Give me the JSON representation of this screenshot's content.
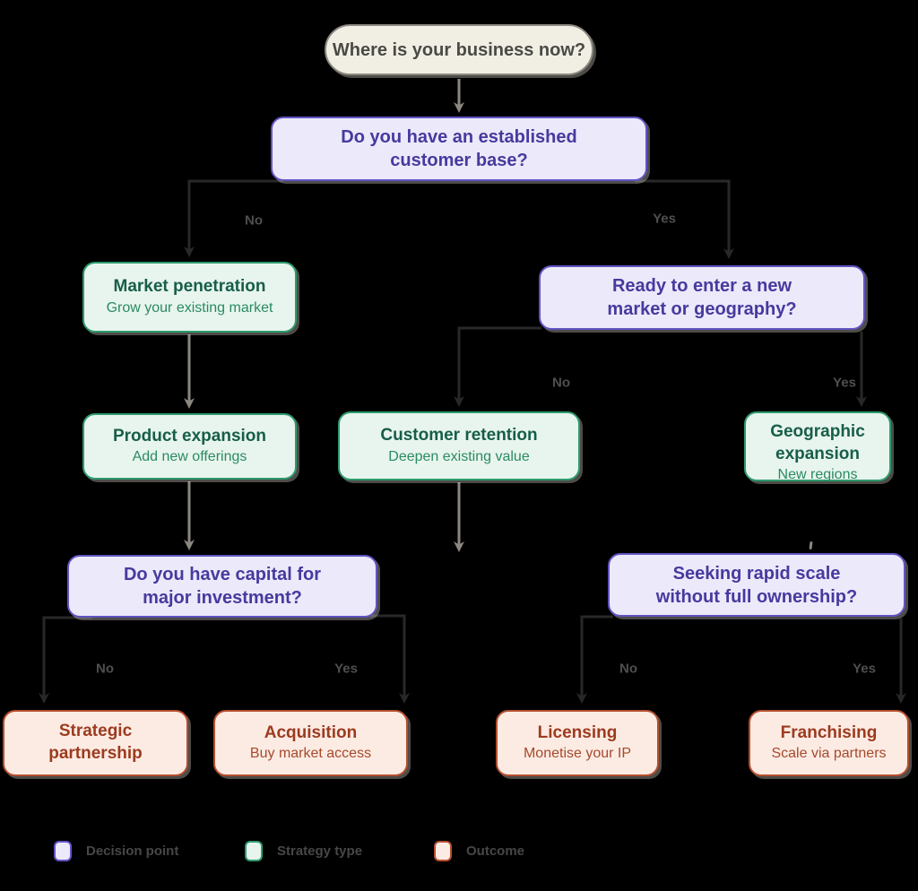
{
  "colors": {
    "background": "#000000",
    "decision_fill": "#ECE9FA",
    "decision_border": "#6054C2",
    "decision_text": "#463A9E",
    "strategy_fill": "#E8F5EE",
    "strategy_border": "#2E9B6D",
    "strategy_text": "#175E49",
    "strategy_subtext": "#2B8A62",
    "outcome_fill": "#FCEBE3",
    "outcome_border": "#B44E2E",
    "outcome_text": "#9C3B1F",
    "start_fill": "#F1EEE4",
    "start_border": "#8B8981",
    "start_text": "#4A4A45",
    "edge_dark": "#282828",
    "edge_gray": "#8B877F",
    "edge_label_text": "#4F4F4F"
  },
  "nodes": {
    "start": {
      "title": "Where is your business now?"
    },
    "established_base": {
      "title": "Do you have an established\ncustomer base?"
    },
    "market_penetration": {
      "title": "Market penetration",
      "subtitle": "Grow your existing market"
    },
    "new_market": {
      "title": "Ready to enter a new\nmarket or geography?"
    },
    "product_expansion": {
      "title": "Product expansion",
      "subtitle": "Add new offerings"
    },
    "customer_retention": {
      "title": "Customer retention",
      "subtitle": "Deepen existing value"
    },
    "geographic_expansion": {
      "title": "Geographic\nexpansion",
      "subtitle": "New regions"
    },
    "capital": {
      "title": "Do you have capital for\nmajor investment?"
    },
    "rapid_scale": {
      "title": "Seeking rapid scale\nwithout full ownership?"
    },
    "strategic_partnership": {
      "title": "Strategic\npartnership"
    },
    "acquisition": {
      "title": "Acquisition",
      "subtitle": "Buy market access"
    },
    "licensing": {
      "title": "Licensing",
      "subtitle": "Monetise your IP"
    },
    "franchising": {
      "title": "Franchising",
      "subtitle": "Scale via partners"
    }
  },
  "edge_labels": {
    "established_no": "No",
    "established_yes": "Yes",
    "new_market_no": "No",
    "new_market_yes": "Yes",
    "capital_no": "No",
    "capital_yes": "Yes",
    "rapid_no": "No",
    "rapid_yes": "Yes"
  },
  "legend": {
    "items": [
      {
        "label": "Decision point"
      },
      {
        "label": "Strategy type"
      },
      {
        "label": "Outcome"
      }
    ]
  }
}
